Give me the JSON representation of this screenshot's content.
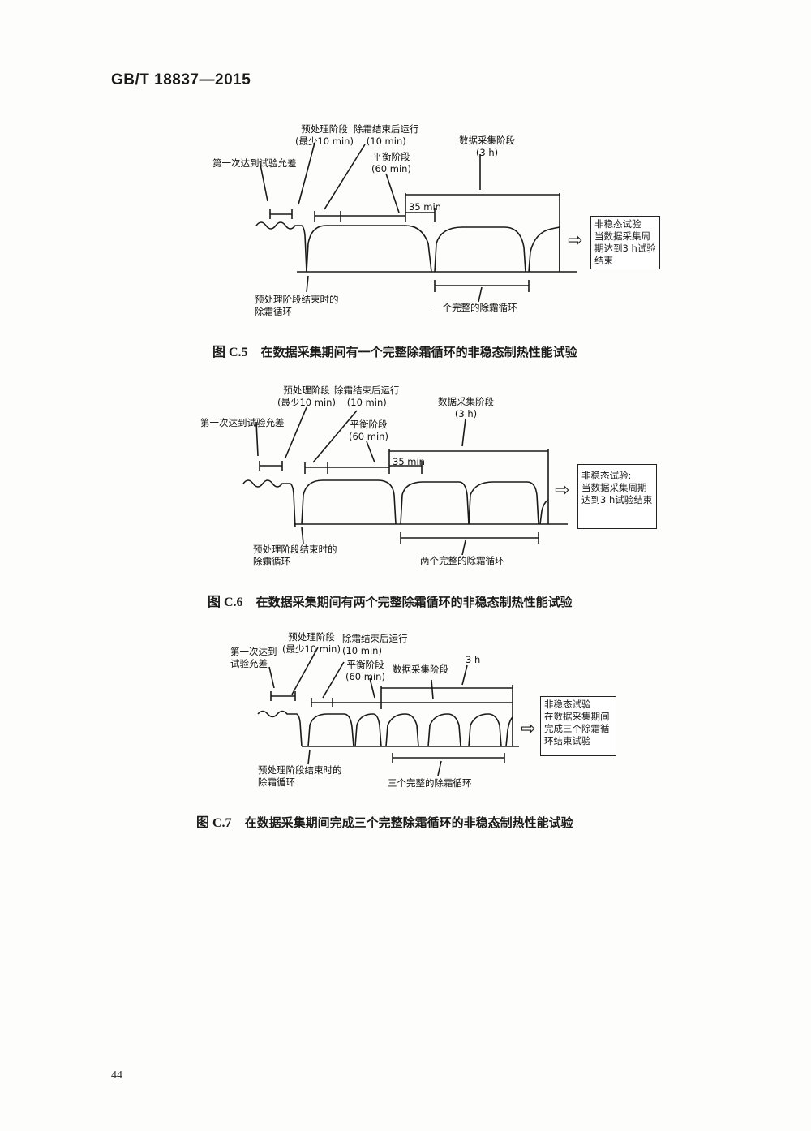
{
  "header": {
    "standard_code": "GB/T 18837—2015"
  },
  "figures": [
    {
      "labels": {
        "pre_stage": "预处理阶段",
        "pre_min": "(最少10 min)",
        "after_defrost": "除霜结束后运行",
        "after_min": "(10 min)",
        "first_reach": "第一次达到试验允差",
        "balance": "平衡阶段",
        "balance_min": "(60 min)",
        "collect": "数据采集阶段",
        "collect_h": "(3 h)",
        "gap": "35 min",
        "pre_end_1": "预处理阶段结束时的",
        "pre_end_2": "除霜循环",
        "cycles": "一个完整的除霜循环"
      },
      "box": [
        "非稳态试验",
        "当数据采集周",
        "期达到3 h试验",
        "结束"
      ],
      "caption_num": "图 C.5",
      "caption_text": "在数据采集期间有一个完整除霜循环的非稳态制热性能试验"
    },
    {
      "labels": {
        "pre_stage": "预处理阶段",
        "pre_min": "(最少10 min)",
        "after_defrost": "除霜结束后运行",
        "after_min": "(10 min)",
        "first_reach": "第一次达到试验允差",
        "balance": "平衡阶段",
        "balance_min": "(60 min)",
        "collect": "数据采集阶段",
        "collect_h": "(3 h)",
        "gap": "35 min",
        "pre_end_1": "预处理阶段结束时的",
        "pre_end_2": "除霜循环",
        "cycles": "两个完整的除霜循环"
      },
      "box": [
        "非稳态试验:",
        "当数据采集周期",
        "达到3 h试验结束"
      ],
      "caption_num": "图 C.6",
      "caption_text": "在数据采集期间有两个完整除霜循环的非稳态制热性能试验"
    },
    {
      "labels": {
        "pre_stage": "预处理阶段",
        "pre_min": "(最少10 min)",
        "after_defrost": "除霜结束后运行",
        "after_min": "(10 min)",
        "first_reach_1": "第一次达到",
        "first_reach_2": "试验允差",
        "balance": "平衡阶段",
        "balance_min": "(60 min)",
        "collect": "数据采集阶段",
        "collect_h": "3 h",
        "pre_end_1": "预处理阶段结束时的",
        "pre_end_2": "除霜循环",
        "cycles": "三个完整的除霜循环"
      },
      "box": [
        "非稳态试验",
        "在数据采集期间",
        "完成三个除霜循",
        "环结束试验"
      ],
      "caption_num": "图 C.7",
      "caption_text": "在数据采集期间完成三个完整除霜循环的非稳态制热性能试验"
    }
  ],
  "page_number": "44"
}
